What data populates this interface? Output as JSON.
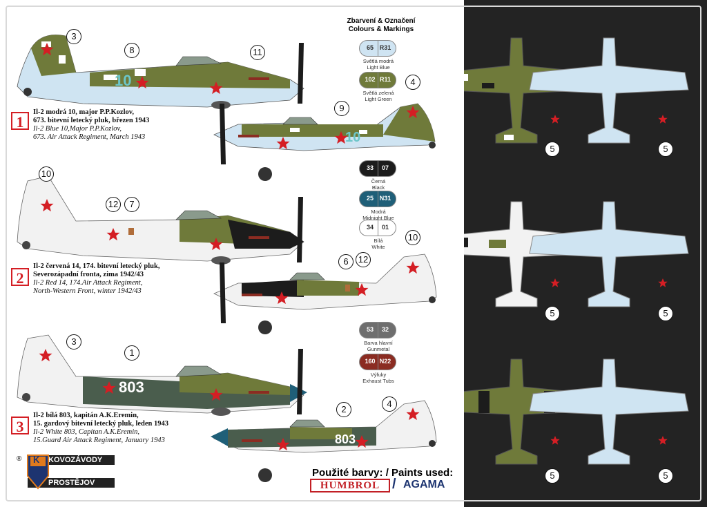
{
  "colours_title_cz": "Zbarvení & Označení",
  "colours_title_en": "Colours & Markings",
  "paints": [
    {
      "a": "65",
      "b": "R31",
      "name_cz": "Světlá modrá",
      "name_en": "Light Blue",
      "color": "#cfe4f2",
      "text": "#333"
    },
    {
      "a": "102",
      "b": "R11",
      "name_cz": "Světlá zelená",
      "name_en": "Light Green",
      "color": "#6f7a3a",
      "text": "#fff"
    },
    {
      "a": "33",
      "b": "07",
      "name_cz": "Černá",
      "name_en": "Black",
      "color": "#1c1c1c",
      "text": "#fff"
    },
    {
      "a": "25",
      "b": "N31",
      "name_cz": "Modrá",
      "name_en": "Midnight Blue",
      "color": "#1f5f78",
      "text": "#fff"
    },
    {
      "a": "34",
      "b": "01",
      "name_cz": "Bílá",
      "name_en": "White",
      "color": "#ffffff",
      "text": "#333"
    },
    {
      "a": "53",
      "b": "32",
      "name_cz": "Barva hlavní",
      "name_en": "Gunmetal",
      "color": "#6e6e6e",
      "text": "#fff"
    },
    {
      "a": "160",
      "b": "N22",
      "name_cz": "Výfuky",
      "name_en": "Exhaust Tubs",
      "color": "#8b2c22",
      "text": "#fff"
    }
  ],
  "variants": [
    {
      "num": "1",
      "cz1": "Il-2 modrá 10,  major P.P.Kozlov,",
      "cz2": "673. bitevní letecký pluk, březen 1943",
      "en1": "Il-2 Blue 10,Major P.P.Kozlov,",
      "en2": "673. Air Attack Regiment, March 1943"
    },
    {
      "num": "2",
      "cz1": "Il-2 červená 14,  174. bitevní letecký pluk,",
      "cz2": "Severozápadní fronta, zima 1942/43",
      "en1": "Il-2 Red 14, 174.Air Attack Regiment,",
      "en2": "North-Western Front, winter 1942/43"
    },
    {
      "num": "3",
      "cz1": "Il-2 bílá 803,  kapitán A.K.Eremin,",
      "cz2": "15. gardový bitevní letecký pluk, leden 1943",
      "en1": "Il-2 White 803, Capitan A.K.Eremin,",
      "en2": "15.Guard  Air Attack Regiment, January 1943"
    }
  ],
  "callouts": {
    "c1": "1",
    "c2": "2",
    "c3": "3",
    "c4": "4",
    "c5": "5",
    "c6": "6",
    "c7": "7",
    "c8": "8",
    "c9": "9",
    "c10": "10",
    "c11": "11",
    "c12": "12"
  },
  "markings": {
    "blue10": "10",
    "white803": "803"
  },
  "paints_used": "Použité barvy: / Paints used:",
  "humbrol": "HUMBROL",
  "slash": "/",
  "agama": "AGAMA",
  "logo": {
    "line1": "KOVOZÁVODY",
    "line2": "PROSTĚJOV",
    "badge": "K",
    "reg": "®"
  }
}
